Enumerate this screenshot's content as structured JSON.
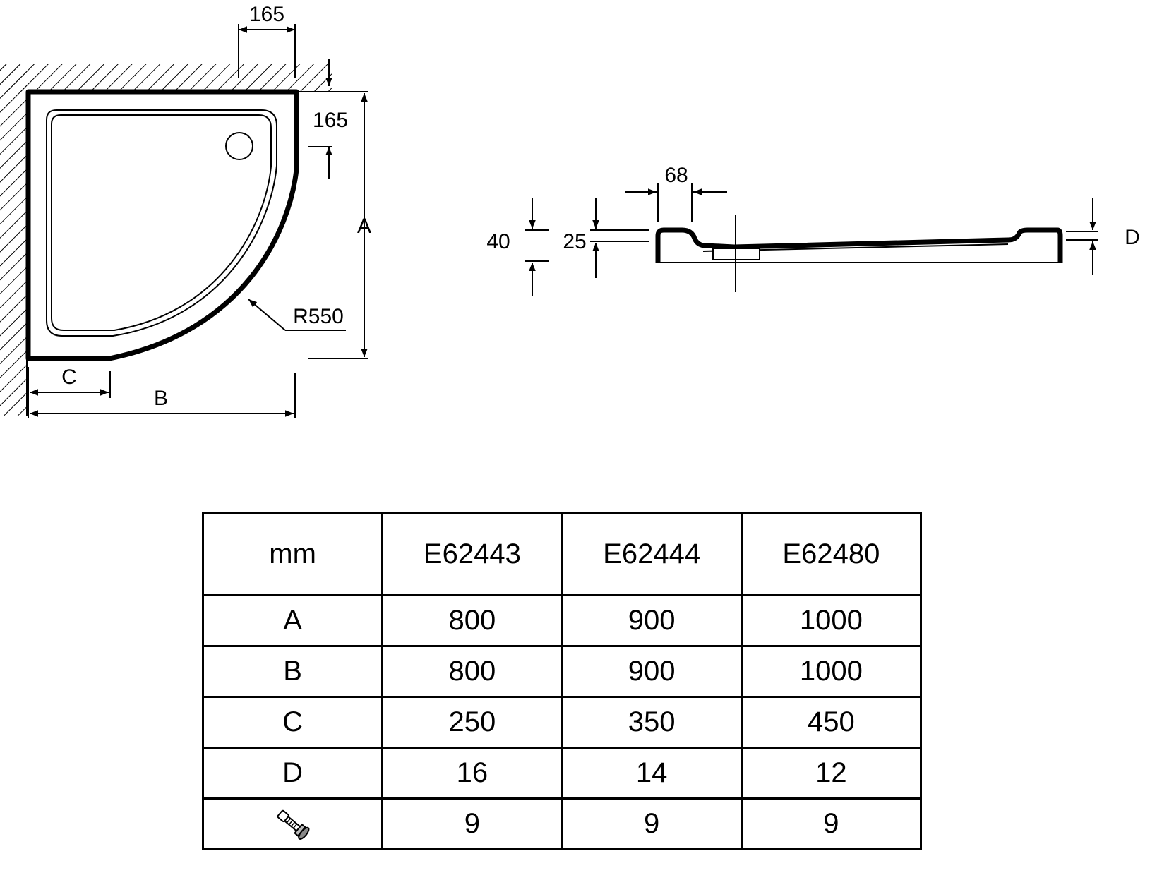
{
  "plan": {
    "dim_outlet_x": "165",
    "dim_outlet_y": "165",
    "label_a": "A",
    "label_b": "B",
    "label_c": "C",
    "radius_label": "R550"
  },
  "section": {
    "dim_rim_width": "68",
    "dim_height_total": "40",
    "dim_height_rim": "25",
    "label_d": "D"
  },
  "table": {
    "header": [
      "mm",
      "E62443",
      "E62444",
      "E62480"
    ],
    "rows": [
      {
        "label": "A",
        "values": [
          "800",
          "900",
          "1000"
        ]
      },
      {
        "label": "B",
        "values": [
          "800",
          "900",
          "1000"
        ]
      },
      {
        "label": "C",
        "values": [
          "250",
          "350",
          "450"
        ]
      },
      {
        "label": "D",
        "values": [
          "16",
          "14",
          "12"
        ]
      },
      {
        "icon": "adjustable-leg-icon",
        "values": [
          "9",
          "9",
          "9"
        ]
      }
    ]
  }
}
